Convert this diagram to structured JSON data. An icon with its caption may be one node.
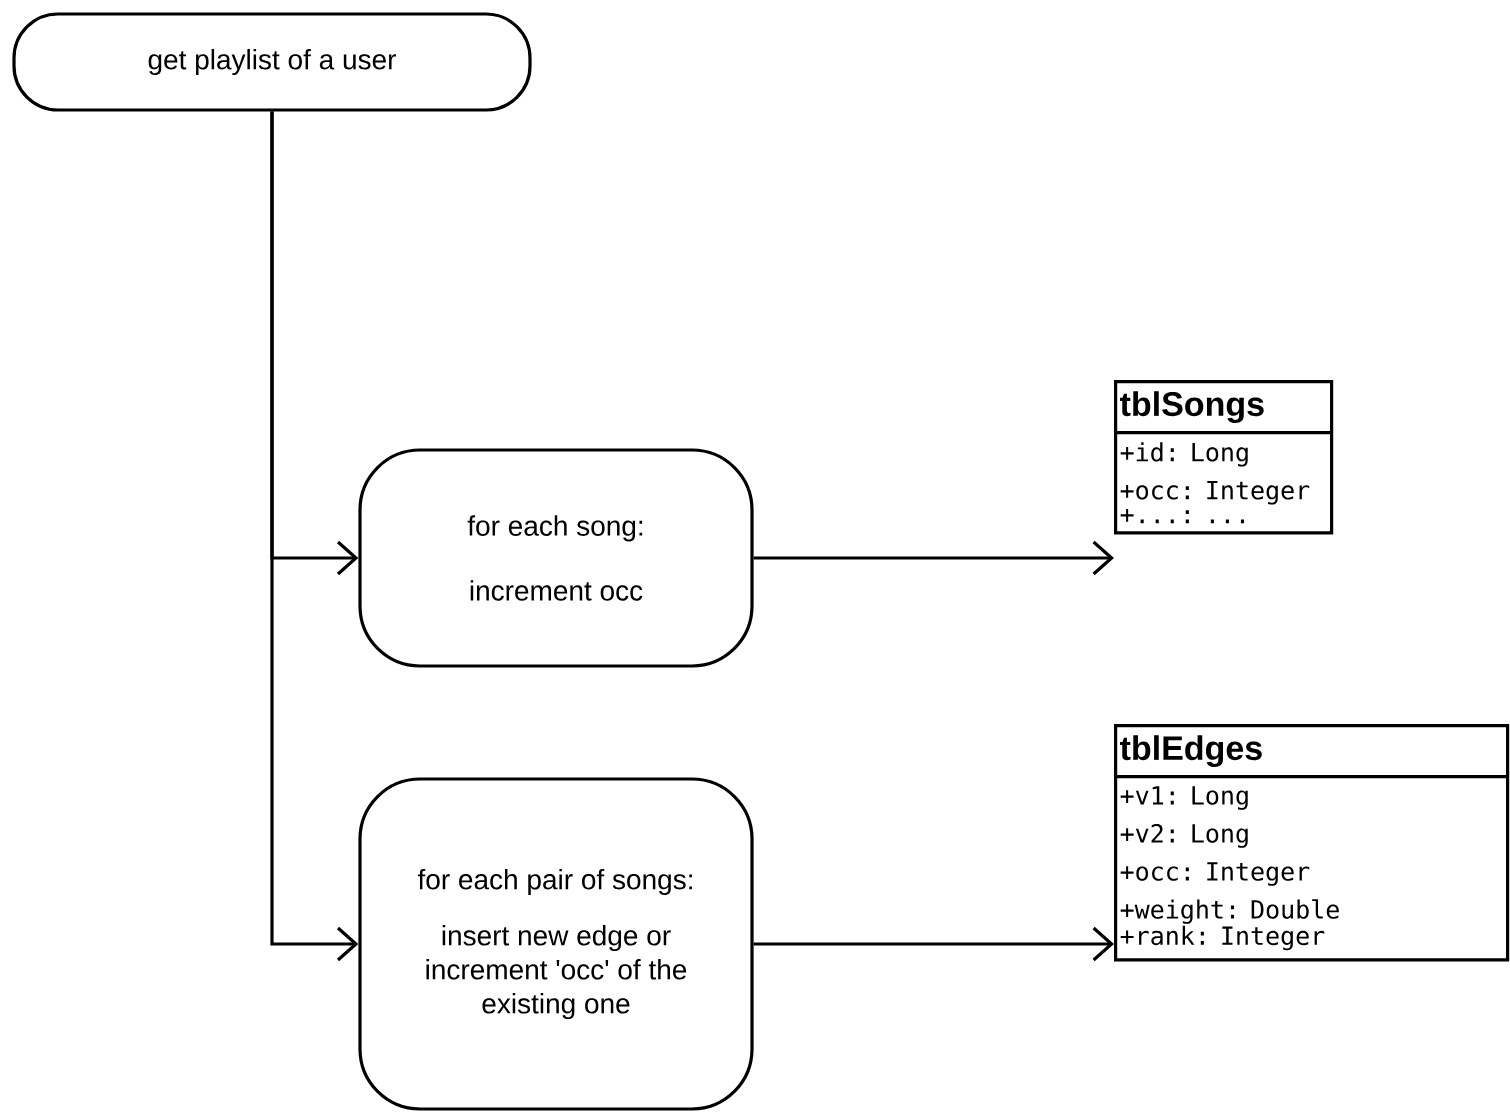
{
  "diagram": {
    "nodes": [
      {
        "text": [
          "get playlist of a user"
        ]
      },
      {
        "text": [
          "for each song:",
          "increment occ"
        ]
      },
      {
        "text": [
          "tblSongs",
          "+id: Long",
          "+occ: Integer",
          "+...: ..."
        ]
      },
      {
        "text": [
          "for each pair of songs:",
          "insert new edge or increment 'occ' of the existing one"
        ]
      },
      {
        "text": [
          "tblEdges",
          "+v1: Long",
          "+v2: Long",
          "+occ: Integer",
          "+weight: Double",
          "+rank: Integer"
        ]
      }
    ],
    "edges": [
      {
        "from": 0,
        "to": 1,
        "arrow": "to"
      },
      {
        "from": 0,
        "to": 3,
        "arrow": "to"
      },
      {
        "from": 1,
        "to": 2,
        "arrow": "to"
      },
      {
        "from": 3,
        "to": 4,
        "arrow": "to"
      }
    ]
  }
}
